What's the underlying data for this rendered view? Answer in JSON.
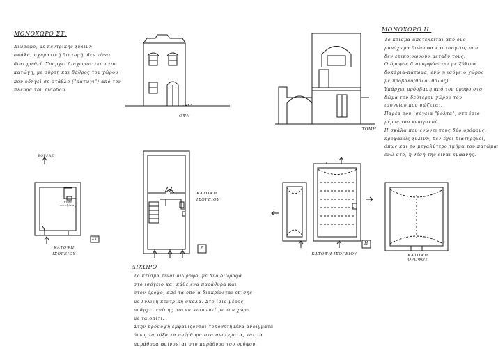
{
  "sections": {
    "left": {
      "title": "ΜΟΝΟΧΩΡΟ ΣΤ.",
      "lines": [
        "Διώροφο, με κεντρικής ξύλινη",
        "σκάλα, σχηματική διατομή, δεν είναι",
        "διατηρηθεί. Υπάρχει διαχωριστικό στον",
        "κατώγη, με σύρτη και βάθρος του χώρου",
        "που οδηγεί σε στάβλο (\"κατώγι\") από τον",
        "πλευρά του εισοδου."
      ]
    },
    "right": {
      "title": "ΜΟΝΟΧΩΡΟ Η.",
      "lines": [
        "Το κτίσμα αποτελείται από δύο",
        "μονόχωρα διώροφα και ισόγειο, που",
        "δεν επικοινωνούν μεταξύ τους.",
        "Ο όροφος διαμορφώνεται με ξύλινα",
        "δοκάρια-πάτωμα, ενώ η ισόγειο χώρος",
        "με πρόβολο/θόλο (θόλος).",
        "Υπάρχει πρόσβαση από τον όροφο στο",
        "δώμα του δεύτερου χώρου του",
        "ισογείου που σώζεται.",
        "Παρέα του ισόγεια \"βόλτα\", στο ίσιο",
        "μέρος του κεντρικού.",
        "Η σκάλα που ενώνει τους δύο ορόφους,",
        "προφανώς ξύλινη, δεν έχει διατηρηθεί,",
        "όπως και το μεγαλύτερο τμήμα του πατώματος,",
        "ενώ στο, η θέση της είναι εμφανής."
      ]
    },
    "bottom": {
      "title": "ΔΙΧΩΡΟ",
      "lines": [
        "Το κτίσμα είναι διώροφο, με δύο διώροφα",
        "στο ισόγειο και κάθε ένα παράθυρα και",
        "στον όροφο, από τα οποία διακρίνεται επίσης",
        "με ξύλινη κεντρική σκάλα. Στο ίσιο μέρος",
        "υπάρχει επίσης πιο επικοινωνεί με τον χώρο",
        "με τα οπίτι.",
        "Στην πρόσοψη εμφανίζονται τοποθετημένα ανοίγματα",
        "όπως τα τόξα τα υπέρθυρα στα ανοίγματα, και τα",
        "παράθυρα φαίνονται στο παράθυρο του ορόφου."
      ]
    }
  },
  "captions": {
    "facade": "ΟΨΗ",
    "section": "ΤΟΜΗ",
    "plan_st": "ΚΑΤΟΨΗ ΙΣΟΓΕΙΟΥ",
    "plan_z": "ΚΑΤΟΨΗ ΙΣΟΓΕΙΟΥ",
    "plan_h_ground": "ΚΑΤΟΨΗ ΙΣΟΓΕΙΟΥ",
    "plan_h_floor": "ΚΑΤΟΨΗ ΟΡΟΦΟΥ",
    "north": "ΒΟΡΡΑΣ",
    "kitchen_note": "θέση κουζίνας"
  },
  "labels": {
    "st": "ΣΤ",
    "z": "Ζ",
    "h": "Η"
  },
  "colors": {
    "ink": "#1a1a1a",
    "paper": "#ffffff"
  }
}
